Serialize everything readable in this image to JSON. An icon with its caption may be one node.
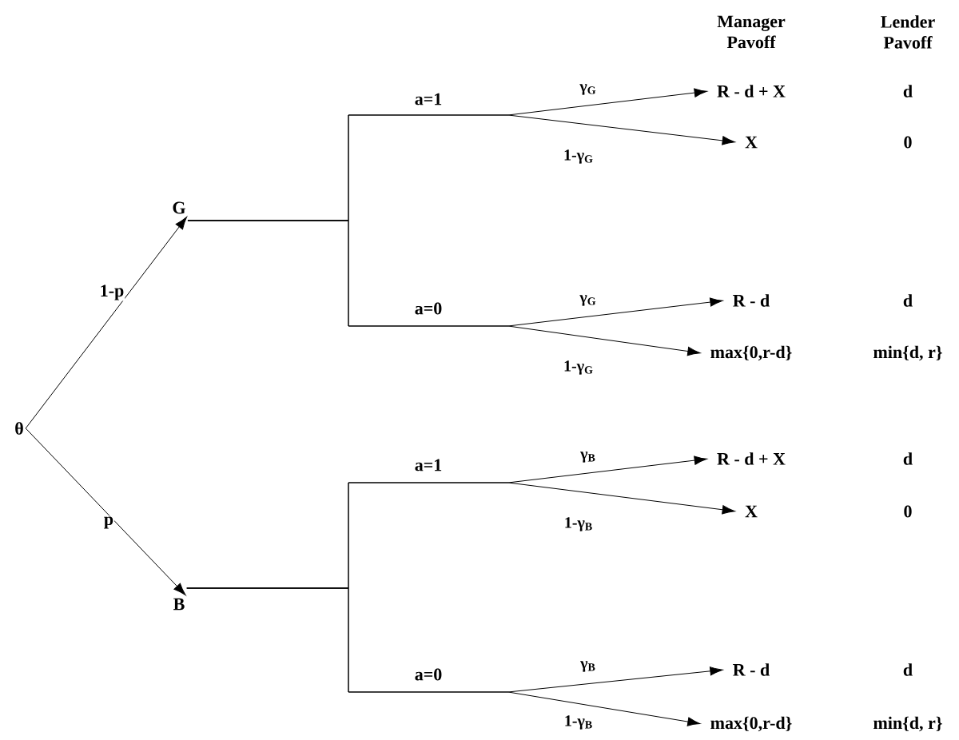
{
  "diagram": {
    "nodes": [
      {
        "text": [
          "θ"
        ]
      },
      {
        "text": [
          "G"
        ]
      },
      {
        "text": [
          "B"
        ]
      },
      {
        "text": [
          "R - d + X"
        ]
      },
      {
        "text": [
          "X"
        ]
      },
      {
        "text": [
          "R - d"
        ]
      },
      {
        "text": [
          "max{0,r-d}"
        ]
      },
      {
        "text": [
          "R - d + X"
        ]
      },
      {
        "text": [
          "X"
        ]
      },
      {
        "text": [
          "R - d"
        ]
      },
      {
        "text": [
          "max{0,r-d}"
        ]
      }
    ],
    "edges": [
      {
        "from": 0,
        "to": 1,
        "arrow": "to",
        "label": "1-p"
      },
      {
        "from": 0,
        "to": 2,
        "arrow": "to",
        "label": "p"
      },
      {
        "from": 1,
        "to": 3,
        "arrow": "to",
        "label": "γ$_{G}$"
      },
      {
        "from": 1,
        "to": 4,
        "arrow": "to",
        "label": "1-γ$_{G}$"
      },
      {
        "from": 1,
        "to": 5,
        "arrow": "to",
        "label": "γ$_{G}$"
      },
      {
        "from": 1,
        "to": 6,
        "arrow": "to",
        "label": "1-γ$_{G}$"
      },
      {
        "from": 2,
        "to": 7,
        "arrow": "to",
        "label": "γ$_{B}$"
      },
      {
        "from": 2,
        "to": 8,
        "arrow": "to",
        "label": "1-γ$_{B}$"
      },
      {
        "from": 2,
        "to": 9,
        "arrow": "to",
        "label": "γ$_{B}$"
      },
      {
        "from": 2,
        "to": 10,
        "arrow": "to",
        "label": "1-γ$_{B}$"
      }
    ],
    "labels": [
      "Manager Pavoff",
      "Lender Pavoff",
      "d",
      "a=1",
      "0",
      "d",
      "a=0",
      "min{d, r}",
      "d",
      "a=1",
      "0",
      "d",
      "a=0",
      "min{d, r}"
    ]
  }
}
